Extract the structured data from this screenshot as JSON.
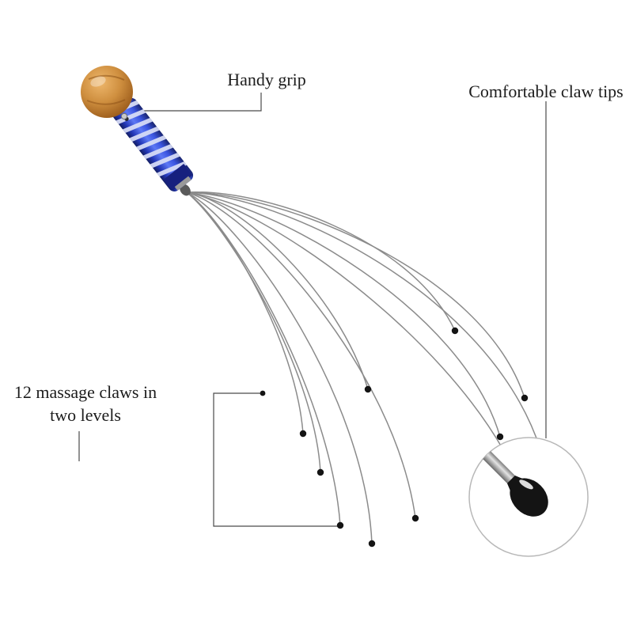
{
  "annotations": {
    "handy_grip": {
      "label": "Handy grip"
    },
    "claw_tips": {
      "label": "Comfortable claw tips"
    },
    "massage_claws": {
      "label_line1": "12 massage claws in",
      "label_line2": "two levels"
    }
  },
  "colors": {
    "background": "#ffffff",
    "text": "#1c1c1c",
    "line": "#4a4a4a",
    "wire": "#8b8b8b",
    "tip": "#141414",
    "handle_blue": "#2b3fd4",
    "handle_stripe": "#d6dcf6",
    "ball_brown": "#c4873b",
    "magnifier_border": "#b8b8b8"
  }
}
